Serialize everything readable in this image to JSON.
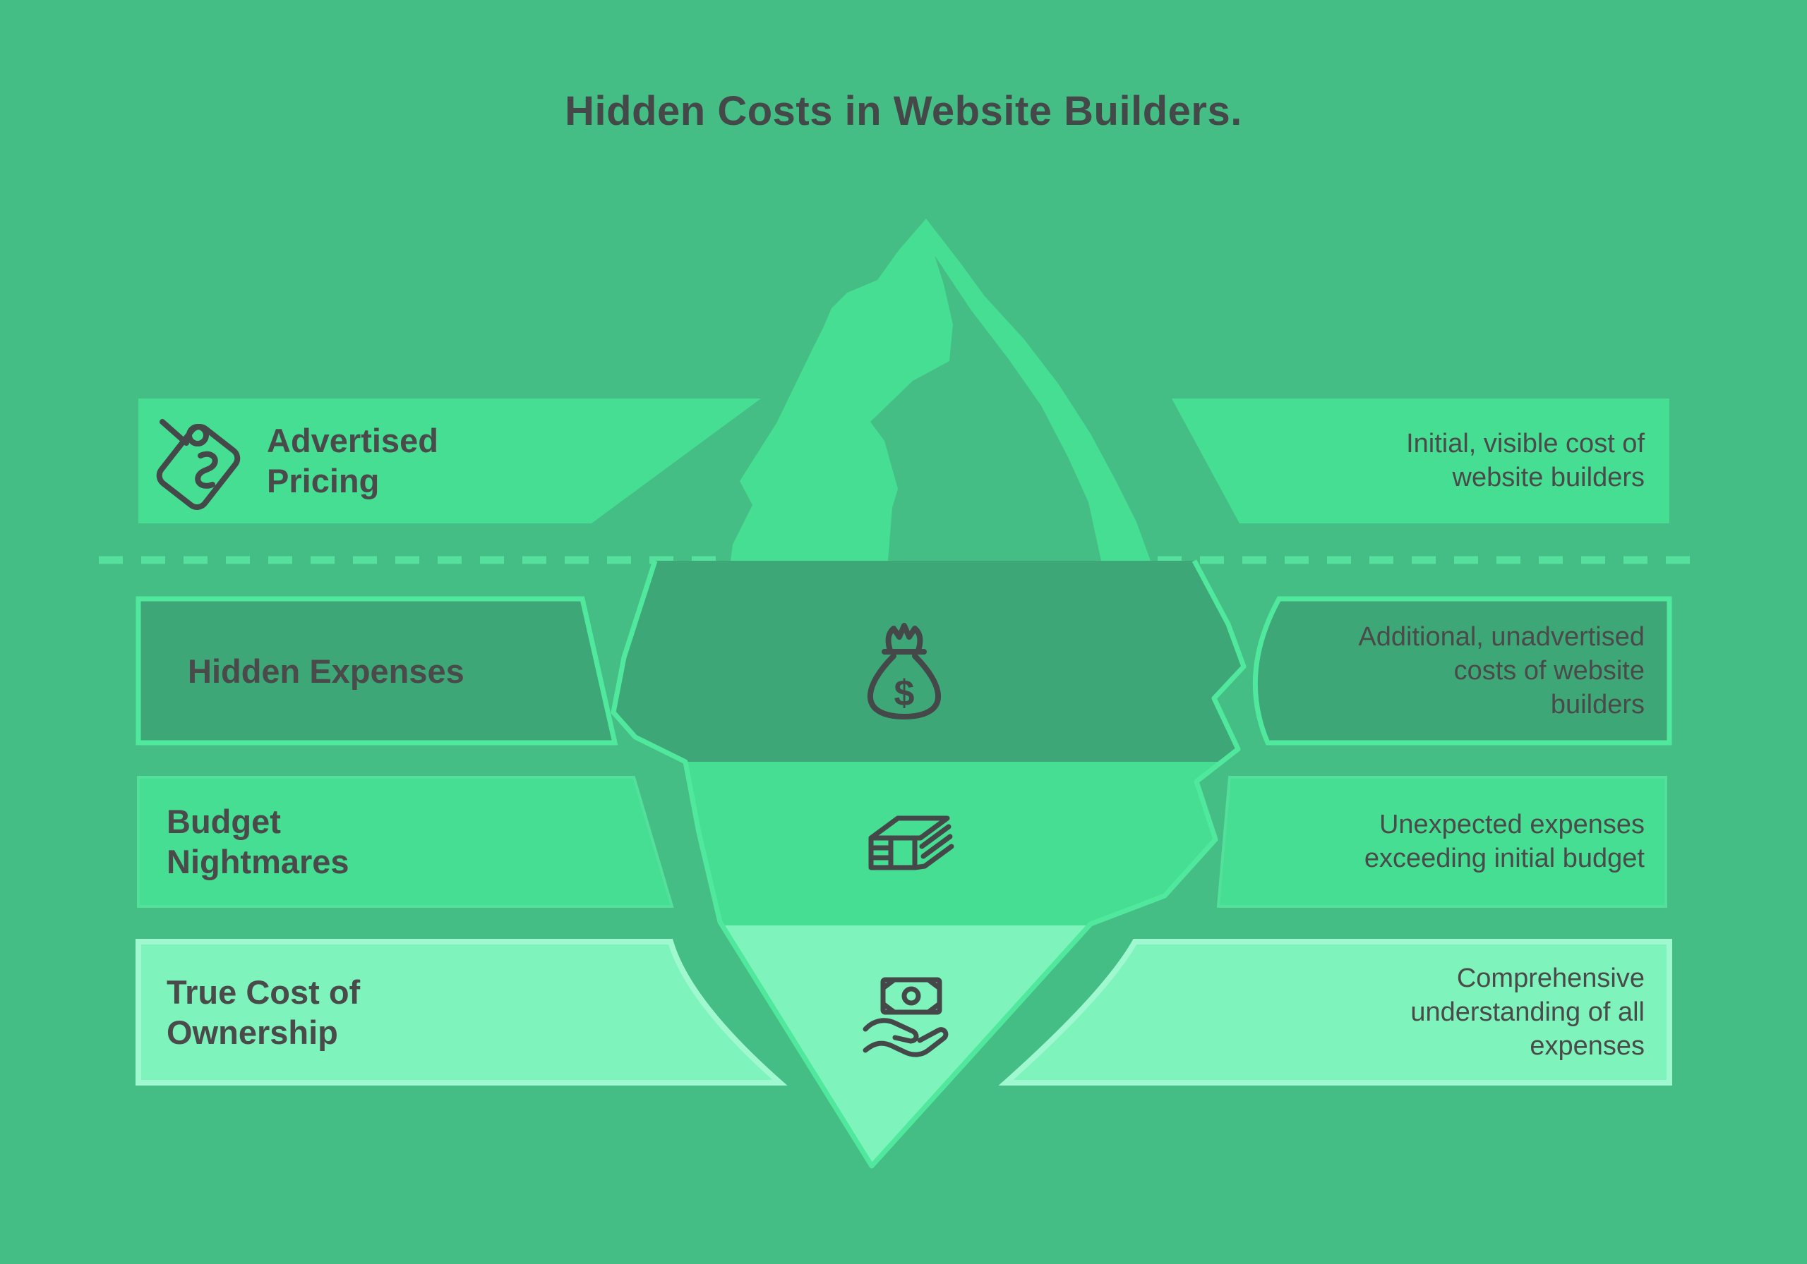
{
  "title": "Hidden Costs in Website Builders.",
  "rows": [
    {
      "label": "Advertised Pricing",
      "label_lines": [
        "Advertised",
        "Pricing"
      ],
      "description": "Initial, visible cost of website builders",
      "description_lines": [
        "Initial, visible cost of",
        "website builders"
      ],
      "icon": "price-tag-icon",
      "zone": "above-waterline"
    },
    {
      "label": "Hidden Expenses",
      "label_lines": [
        "Hidden Expenses"
      ],
      "description": "Additional, unadvertised costs of website builders",
      "description_lines": [
        "Additional, unadvertised",
        "costs of website",
        "builders"
      ],
      "icon": "money-bag-icon",
      "zone": "below-waterline"
    },
    {
      "label": "Budget Nightmares",
      "label_lines": [
        "Budget",
        "Nightmares"
      ],
      "description": "Unexpected expenses exceeding initial budget",
      "description_lines": [
        "Unexpected expenses",
        "exceeding initial budget"
      ],
      "icon": "cash-stack-icon",
      "zone": "below-waterline"
    },
    {
      "label": "True Cost of Ownership",
      "label_lines": [
        "True Cost of",
        "Ownership"
      ],
      "description": "Comprehensive understanding of all expenses",
      "description_lines": [
        "Comprehensive",
        "understanding of all",
        "expenses"
      ],
      "icon": "money-hand-icon",
      "zone": "below-waterline"
    }
  ],
  "colors": {
    "background": "#45BE86",
    "light_green": "#45DE92",
    "dark_green": "#3EA778",
    "mint_green": "#7EF4BC",
    "outline_green": "#50E89D",
    "mint_border": "#A0F8D0",
    "subtle_border": "#52E09A",
    "waterline_dash": "#55E09E",
    "icon_stroke": "#454849",
    "text": "#4A4A4A",
    "title_text": "#454849"
  }
}
